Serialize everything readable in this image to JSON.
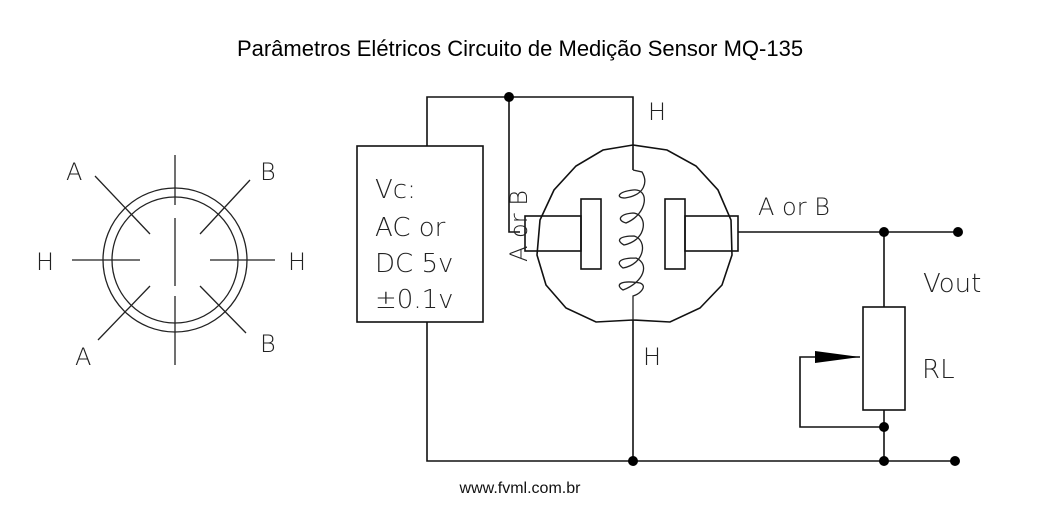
{
  "title": "Parâmetros Elétricos Circuito de Medição Sensor MQ-135",
  "footer": "www.fvml.com.br",
  "pinout": {
    "labels": {
      "top_left": "A",
      "top_right": "B",
      "left": "H",
      "right": "H",
      "bottom_left": "A",
      "bottom_right": "B"
    }
  },
  "supply": {
    "line1": "Vc:",
    "line2": "AC or",
    "line3": "DC 5v",
    "line4": "±0.1v"
  },
  "sensor": {
    "heater_top_label": "H",
    "heater_bottom_label": "H",
    "left_electrode_label": "A or B",
    "right_electrode_label": "A or B"
  },
  "output": {
    "vout_label": "Vout",
    "load_resistor_label": "RL"
  }
}
